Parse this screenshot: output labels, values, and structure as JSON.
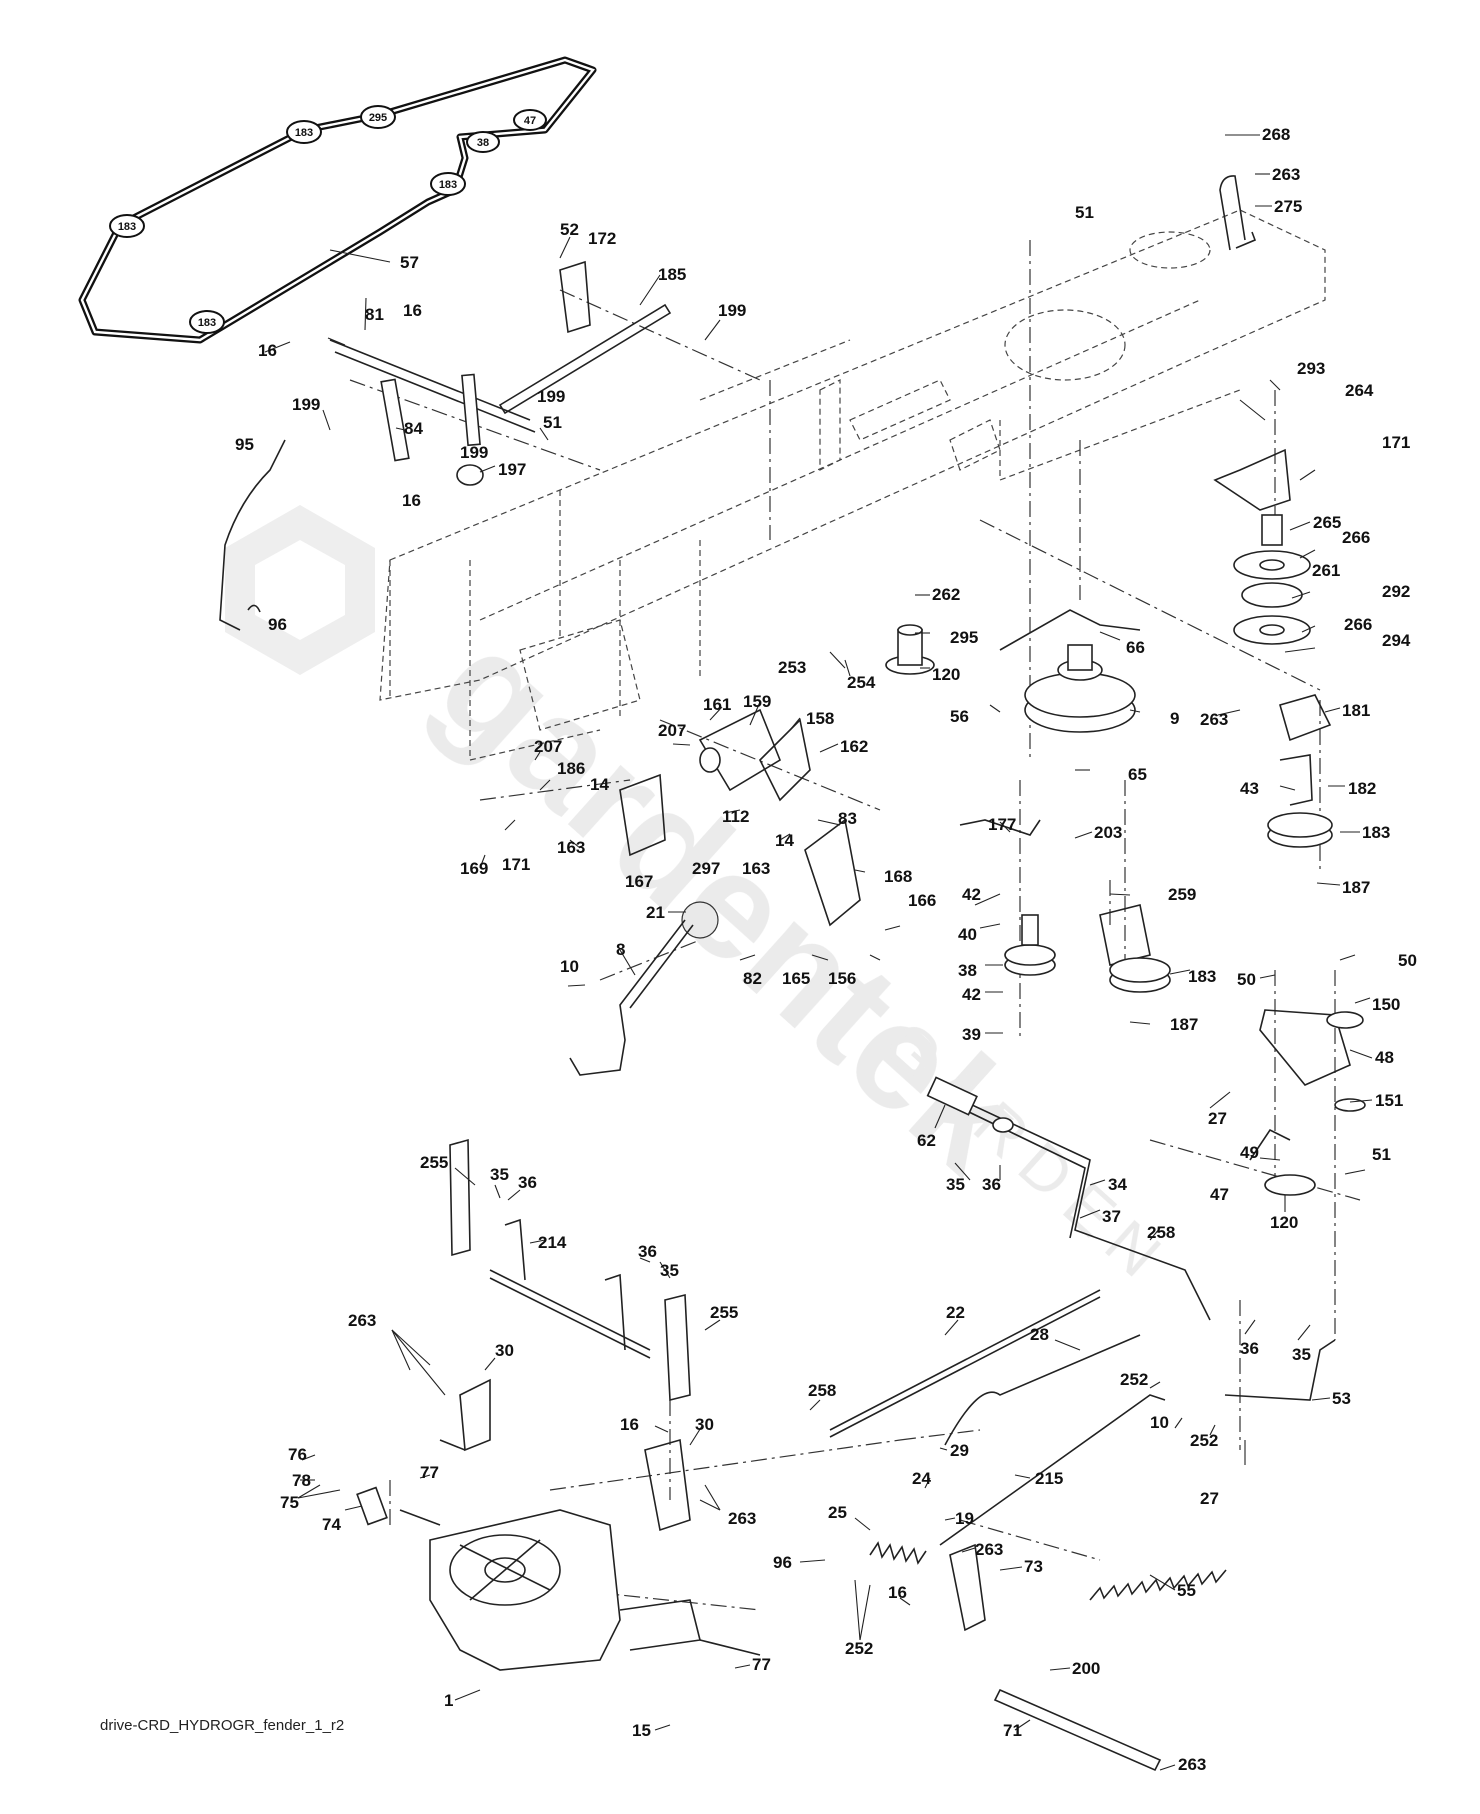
{
  "watermark": {
    "brand": "gardentek",
    "sub": "GARDEN"
  },
  "footer": {
    "caption": "drive-CRD_HYDROGR_fender_1_r2"
  },
  "belt_pulley_labels": {
    "p1": "183",
    "p2": "295",
    "p3": "47",
    "p4": "38",
    "p5": "183",
    "p6": "183",
    "p7": "183"
  },
  "labels": {
    "l57": "57",
    "l268": "268",
    "l263a": "263",
    "l275": "275",
    "l51a": "51",
    "l52": "52",
    "l172": "172",
    "l185": "185",
    "l199a": "199",
    "l16a": "16",
    "l81": "81",
    "l16b": "16",
    "l199b": "199",
    "l51b": "51",
    "l199c": "199",
    "l84": "84",
    "l199d": "199",
    "l197": "197",
    "l16c": "16",
    "l95": "95",
    "l96a": "96",
    "l293": "293",
    "l264": "264",
    "l171a": "171",
    "l265": "265",
    "l266a": "266",
    "l261": "261",
    "l292": "292",
    "l266b": "266",
    "l294": "294",
    "l262": "262",
    "l295": "295",
    "l120a": "120",
    "l253": "253",
    "l254": "254",
    "l66": "66",
    "l56": "56",
    "l9": "9",
    "l263b": "263",
    "l181": "181",
    "l161": "161",
    "l159": "159",
    "l158": "158",
    "l207": "207",
    "l162": "162",
    "l186": "186",
    "l65": "65",
    "l14a": "14",
    "l112": "112",
    "l83": "83",
    "l43": "43",
    "l182": "182",
    "l14b": "14",
    "l203": "203",
    "l183": "183",
    "l177": "177",
    "l169": "169",
    "l171b": "171",
    "l163a": "163",
    "l297": "297",
    "l163b": "163",
    "l167": "167",
    "l168": "168",
    "l42a": "42",
    "l259": "259",
    "l187a": "187",
    "l21": "21",
    "l166": "166",
    "l40": "40",
    "l82": "82",
    "l165": "165",
    "l156": "156",
    "l38": "38",
    "l183b": "183",
    "l50a": "50",
    "l50b": "50",
    "l8": "8",
    "l10a": "10",
    "l42b": "42",
    "l150": "150",
    "l187b": "187",
    "l39": "39",
    "l48": "48",
    "l27a": "27",
    "l151": "151",
    "l62": "62",
    "l49": "49",
    "l51c": "51",
    "l255a": "255",
    "l35a": "35",
    "l36a": "36",
    "l35b": "35",
    "l36b": "36",
    "l34": "34",
    "l47": "47",
    "l37": "37",
    "l120b": "120",
    "l214": "214",
    "l258a": "258",
    "l36c": "36",
    "l35c": "35",
    "l255b": "255",
    "l263c": "263",
    "l30a": "30",
    "l22": "22",
    "l28": "28",
    "l36d": "36",
    "l35d": "35",
    "l252a": "252",
    "l53": "53",
    "l258b": "258",
    "l10b": "10",
    "l29": "29",
    "l252b": "252",
    "l16d": "16",
    "l30b": "30",
    "l76": "76",
    "l77a": "77",
    "l78": "78",
    "l75": "75",
    "l74": "74",
    "l263d": "263",
    "l215": "215",
    "l27b": "27",
    "l24": "24",
    "l25": "25",
    "l19": "19",
    "l96b": "96",
    "l263e": "263",
    "l73": "73",
    "l55": "55",
    "l16e": "16",
    "l252c": "252",
    "l200": "200",
    "l77b": "77",
    "l1": "1",
    "l71": "71",
    "l15": "15",
    "l263f": "263"
  }
}
